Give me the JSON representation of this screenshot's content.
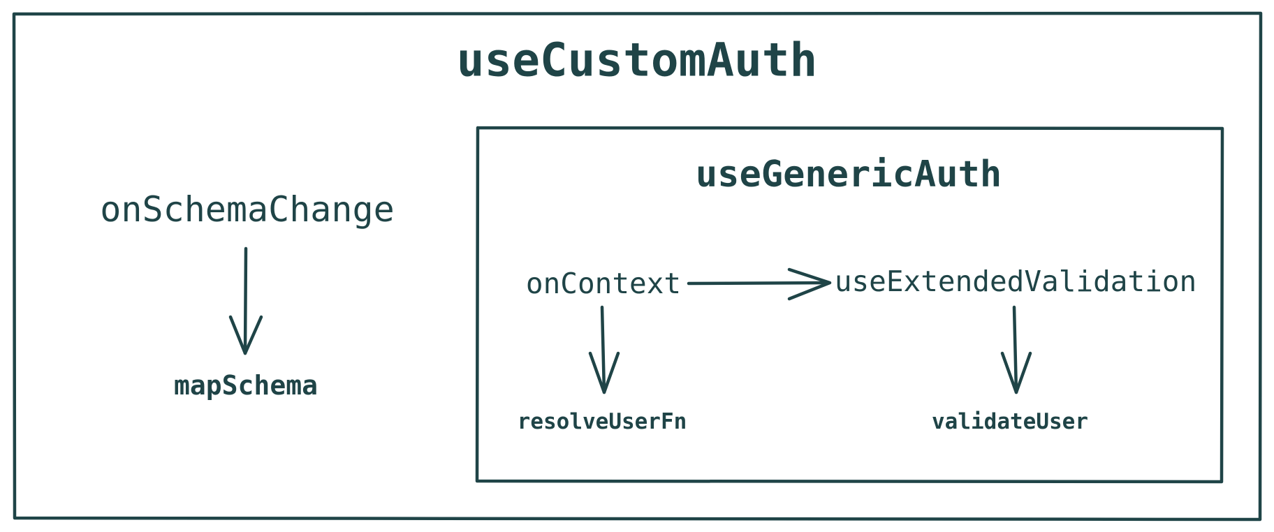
{
  "colors": {
    "ink": "#1f4447",
    "background": "#ffffff"
  },
  "outer_box": {
    "title": "useCustomAuth"
  },
  "inner_box": {
    "title": "useGenericAuth"
  },
  "nodes": {
    "on_schema_change": "onSchemaChange",
    "map_schema": "mapSchema",
    "on_context": "onContext",
    "use_extended_validation": "useExtendedValidation",
    "resolve_user_fn": "resolveUserFn",
    "validate_user": "validateUser"
  },
  "edges": [
    {
      "from": "onSchemaChange",
      "to": "mapSchema"
    },
    {
      "from": "onContext",
      "to": "useExtendedValidation"
    },
    {
      "from": "onContext",
      "to": "resolveUserFn"
    },
    {
      "from": "useExtendedValidation",
      "to": "validateUser"
    }
  ]
}
